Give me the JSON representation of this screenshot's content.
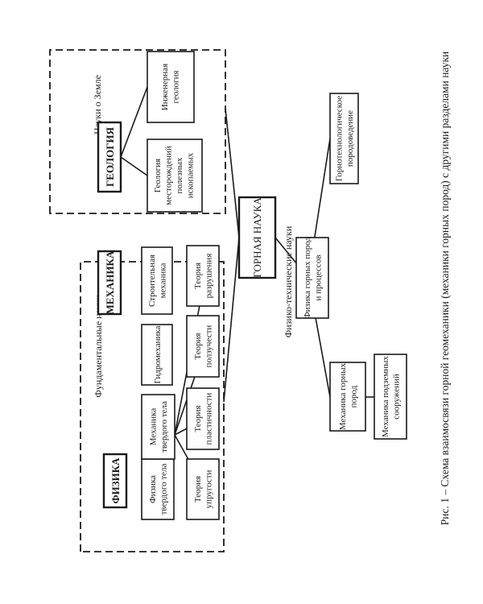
{
  "caption": "Рис. 1 – Схема взаимосвязи горной геомеханики (механики горных пород) с другими разделами науки",
  "groups": {
    "fundamental": "Фундаментальные науки",
    "earth": "Науки о Земле",
    "phystech": "Физико-технические науки"
  },
  "nodes": {
    "fizika": [
      "ФИЗИКА"
    ],
    "mekhanika": [
      "МЕХАНИКА"
    ],
    "geologiya": [
      "ГЕОЛОГИЯ"
    ],
    "gornaya": [
      "ГОРНАЯ НАУКА"
    ],
    "fizika_tt": [
      "Физика",
      "твердого тела"
    ],
    "mekh_tt": [
      "Механика",
      "твердого тела"
    ],
    "gidromekh": [
      "Гидромеханика"
    ],
    "stroit": [
      "Строительная",
      "механика"
    ],
    "uprugost": [
      "Теория",
      "упругости"
    ],
    "plastichnost": [
      "Теория",
      "пластичности"
    ],
    "polzuchest": [
      "Теория",
      "ползучести"
    ],
    "razrushenie": [
      "Теория",
      "разрушения"
    ],
    "geol_mest": [
      "Геология",
      "месторождений",
      "полезных",
      "ископаемых"
    ],
    "inzh_geol": [
      "Инженерная",
      "геология"
    ],
    "fiz_gp": [
      "Физика горных пород",
      "и процессов"
    ],
    "gorno_tekh": [
      "Горнотехнологическое",
      "породоведение"
    ],
    "mekh_gp": [
      "Механика горных",
      "пород"
    ],
    "mekh_podz": [
      "Механика подземных",
      "сооружений"
    ]
  }
}
